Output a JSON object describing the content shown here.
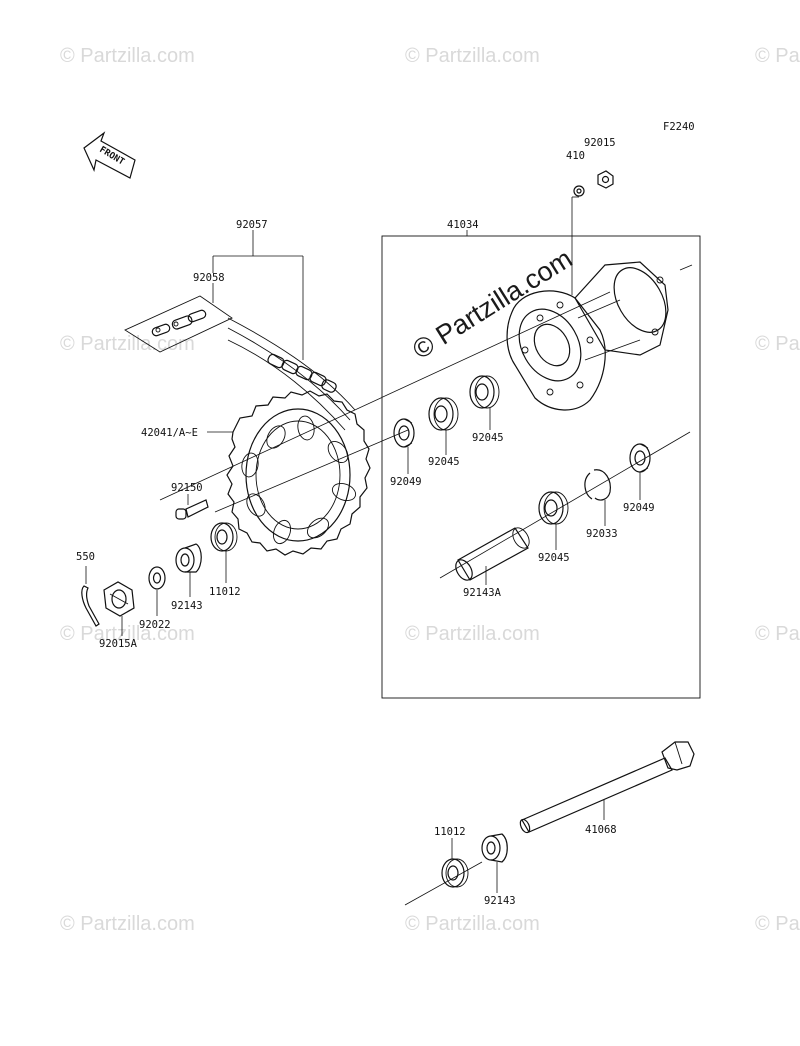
{
  "figure_code": "F2240",
  "front_label": "FRONT",
  "watermark": {
    "small": "© Partzilla.com",
    "large": "© Partzilla.com"
  },
  "labels": {
    "p92015": "92015",
    "p410": "410",
    "p41034": "41034",
    "p92057": "92057",
    "p92058": "92058",
    "p42041": "42041/A~E",
    "p92150": "92150",
    "p92049a": "92049",
    "p92045a": "92045",
    "p92045b": "92045",
    "p92049b": "92049",
    "p92033": "92033",
    "p92045c": "92045",
    "p92143A": "92143A",
    "p550": "550",
    "p11012a": "11012",
    "p92143a": "92143",
    "p92022": "92022",
    "p92015A": "92015A",
    "p11012b": "11012",
    "p92143b": "92143",
    "p41068": "41068"
  },
  "colors": {
    "line": "#111111",
    "watermark": "#d9d9d9"
  }
}
